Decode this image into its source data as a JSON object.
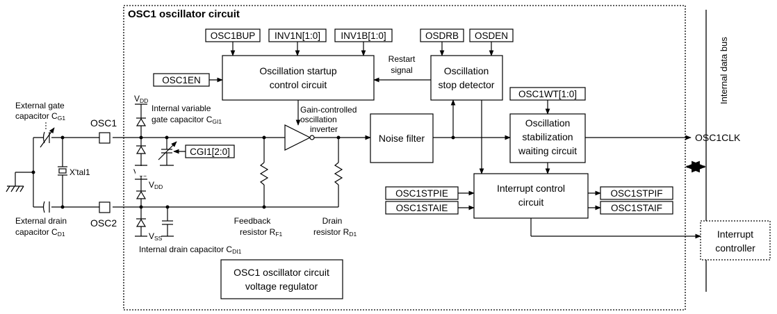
{
  "title": "OSC1 oscillator circuit",
  "internal_bus": "Internal data bus",
  "registers": {
    "osc1bup": "OSC1BUP",
    "inv1n": "INV1N[1:0]",
    "inv1b": "INV1B[1:0]",
    "osdrb": "OSDRB",
    "osden": "OSDEN",
    "osc1en": "OSC1EN",
    "osc1wt": "OSC1WT[1:0]",
    "cgi1": "CGI1[2:0]",
    "osc1stpie": "OSC1STPIE",
    "osc1staie": "OSC1STAIE",
    "osc1stpif": "OSC1STPIF",
    "osc1staif": "OSC1STAIF"
  },
  "blocks": {
    "startup_l1": "Oscillation startup",
    "startup_l2": "control circuit",
    "stopdet_l1": "Oscillation",
    "stopdet_l2": "stop detector",
    "noise": "Noise filter",
    "stab_l1": "Oscillation",
    "stab_l2": "stabilization",
    "stab_l3": "waiting circuit",
    "intctl_l1": "Interrupt control",
    "intctl_l2": "circuit",
    "vreg_l1": "OSC1 oscillator circuit",
    "vreg_l2": "voltage regulator",
    "intcontroller_l1": "Interrupt",
    "intcontroller_l2": "controller"
  },
  "labels": {
    "restart_l1": "Restart",
    "restart_l2": "signal",
    "gain_l1": "Gain-controlled",
    "gain_l2": "oscillation",
    "gain_l3": "inverter",
    "ext_gate_l1": "External gate",
    "ext_gate_l2": "capacitor C",
    "ext_gate_sub": "G1",
    "ext_drain_l1": "External drain",
    "ext_drain_l2": "capacitor C",
    "ext_drain_sub": "D1",
    "osc1_pin": "OSC1",
    "osc2_pin": "OSC2",
    "xtal": "X'tal1",
    "int_var_l1": "Internal variable",
    "int_var_l2": "gate capacitor C",
    "int_var_sub": "GI1",
    "vdd_v": "V",
    "vdd_sub": "DD",
    "vss_v": "V",
    "vss_sub": "SS",
    "feedback_l1": "Feedback",
    "feedback_l2": "resistor R",
    "feedback_sub": "F1",
    "drain_l1": "Drain",
    "drain_l2": "resistor R",
    "drain_sub": "D1",
    "int_drain": "Internal drain capacitor C",
    "int_drain_sub": "DI1",
    "osc1clk": "OSC1CLK"
  }
}
